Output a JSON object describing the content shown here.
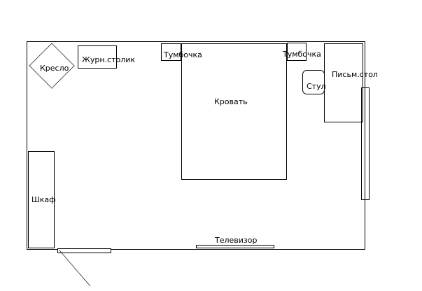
{
  "plan": {
    "armchair": "Кресло",
    "coffee_table": "Журн.столик",
    "nightstand_left": "Тумбочка",
    "bed": "Кровать",
    "nightstand_right": "Тумбочка",
    "chair": "Стул",
    "desk": "Письм.стол",
    "wardrobe": "Шкаф",
    "tv": "Телевизор"
  }
}
